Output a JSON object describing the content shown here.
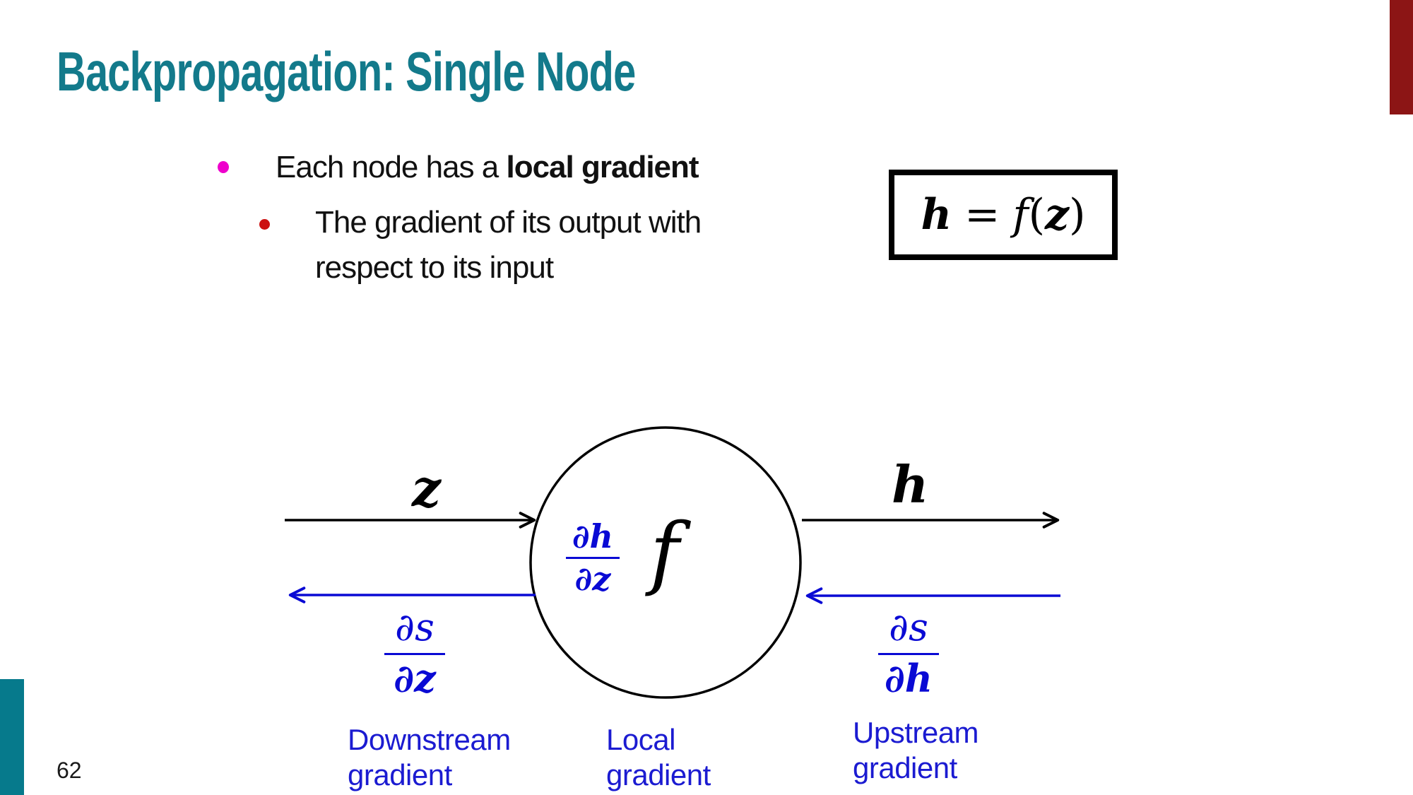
{
  "colors": {
    "title_teal": "#137a8b",
    "accent_red": "#8c1515",
    "accent_teal": "#067a8c",
    "bullet_magenta": "#ee00cc",
    "bullet_red": "#cc1111",
    "diagram_blue": "#0a0ad4"
  },
  "header": {
    "title": "Backpropagation: Single Node"
  },
  "bullets": {
    "level1_regular": "Each node has a ",
    "level1_bold": "local gradient",
    "level2_line1": "The gradient of its output with",
    "level2_line2": "respect to its input"
  },
  "formula_box": {
    "lhs": "h",
    "equals": "=",
    "func": "f",
    "open_paren": "(",
    "arg": "z",
    "close_paren": ")"
  },
  "diagram": {
    "input_label": "z",
    "output_label": "h",
    "node_function": "f",
    "local_fraction_num": "∂h",
    "local_fraction_den": "∂z",
    "downstream_fraction_num": "∂s",
    "downstream_fraction_den": "∂z",
    "upstream_fraction_num": "∂s",
    "upstream_fraction_den": "∂h",
    "downstream_label_line1": "Downstream",
    "downstream_label_line2": "gradient",
    "local_label_line1": "Local",
    "local_label_line2": "gradient",
    "upstream_label_line1": "Upstream",
    "upstream_label_line2": "gradient"
  },
  "footer": {
    "page_number": "62"
  }
}
